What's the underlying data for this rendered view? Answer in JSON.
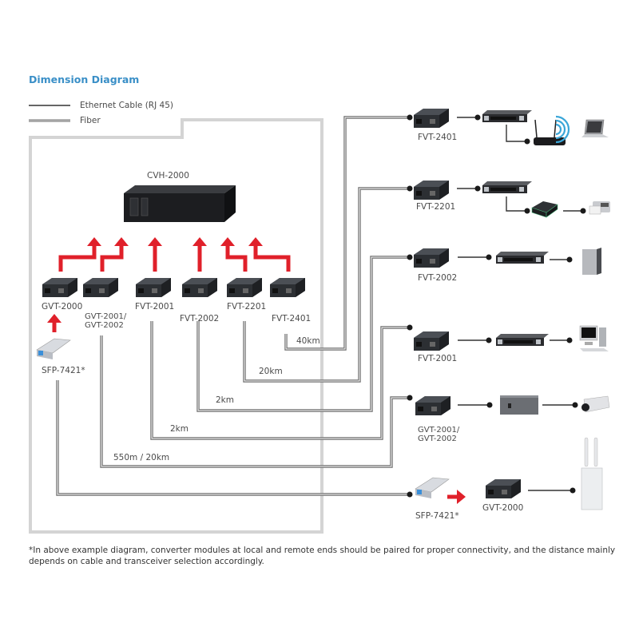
{
  "title": "Dimension Diagram",
  "legend": [
    {
      "label": "Ethernet Cable (RJ 45)",
      "style": "single-line"
    },
    {
      "label": "Fiber",
      "style": "double-line"
    }
  ],
  "colors": {
    "title": "#3a8fc7",
    "arrow": "#e0202a",
    "fiber": "#6e6e6e",
    "ethernet": "#333333",
    "panel_border": "#d4d4d4",
    "wifi": "#3aa6d8"
  },
  "local": {
    "chassis": {
      "label": "CVH-2000",
      "icon": "rack-chassis-icon"
    },
    "modules": [
      {
        "id": "gvt2000",
        "label": "GVT-2000",
        "icon": "media-converter-icon"
      },
      {
        "id": "gvt2001",
        "label": "GVT-2001/\nGVT-2002",
        "icon": "media-converter-icon"
      },
      {
        "id": "fvt2001",
        "label": "FVT-2001",
        "icon": "media-converter-icon"
      },
      {
        "id": "fvt2002",
        "label": "FVT-2002",
        "icon": "media-converter-icon"
      },
      {
        "id": "fvt2201",
        "label": "FVT-2201",
        "icon": "media-converter-icon"
      },
      {
        "id": "fvt2401",
        "label": "FVT-2401",
        "icon": "media-converter-icon"
      }
    ],
    "sfp": {
      "label": "SFP-7421*",
      "icon": "sfp-transceiver-icon"
    }
  },
  "links": [
    {
      "from": "FVT-2401",
      "distance": "40km"
    },
    {
      "from": "FVT-2201",
      "distance": "20km"
    },
    {
      "from": "FVT-2002",
      "distance": "2km"
    },
    {
      "from": "FVT-2001",
      "distance": "2km"
    },
    {
      "from": "GVT-2001/GVT-2002",
      "distance": "550m / 20km"
    },
    {
      "from": "SFP-7421*",
      "distance": ""
    }
  ],
  "remote": [
    {
      "label": "FVT-2401",
      "devices": [
        "switch-icon",
        "wireless-router-icon",
        "laptop-icon"
      ]
    },
    {
      "label": "FVT-2201",
      "devices": [
        "switch-icon",
        "print-server-icon",
        "printer-icon"
      ]
    },
    {
      "label": "FVT-2002",
      "devices": [
        "switch-icon",
        "tower-pc-icon"
      ]
    },
    {
      "label": "FVT-2001",
      "devices": [
        "switch-icon",
        "desktop-pc-icon"
      ]
    },
    {
      "label": "GVT-2001/\nGVT-2002",
      "devices": [
        "poe-switch-icon",
        "ip-camera-icon"
      ]
    },
    {
      "label": "SFP-7421*",
      "second_label": "GVT-2000",
      "devices": [
        "outdoor-access-point-icon"
      ]
    }
  ],
  "footnote": "*In above example diagram, converter modules at local and remote ends should be paired for proper connectivity, and the distance mainly depends on cable and transceiver selection accordingly."
}
